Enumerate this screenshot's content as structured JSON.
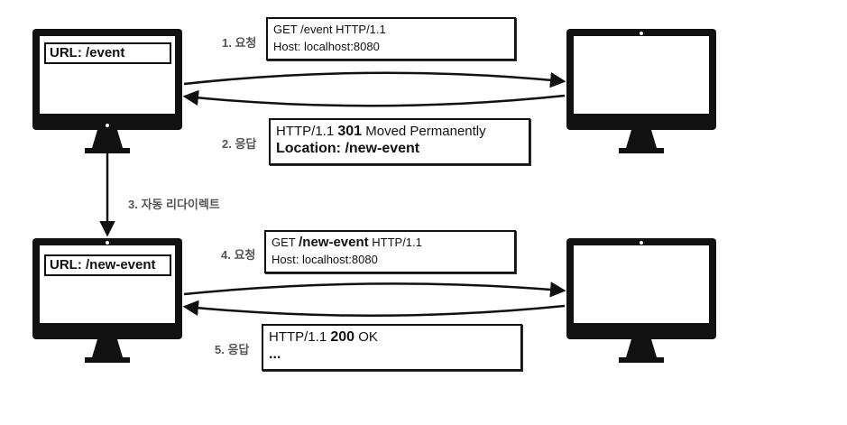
{
  "monitor_top": {
    "url_text": "URL: /event"
  },
  "monitor_bottom": {
    "url_text": "URL: /new-event"
  },
  "step1": {
    "label": "1. 요청",
    "request_line": "GET /event HTTP/1.1",
    "host": "Host: localhost:8080"
  },
  "step2": {
    "label": "2. 응답",
    "status_prefix": "HTTP/1.1 ",
    "status_code": "301",
    "status_text": " Moved Permanently",
    "location": "Location: /new-event"
  },
  "step3": {
    "label": "3. 자동 리다이렉트"
  },
  "step4": {
    "label": "4. 요청",
    "method": "GET ",
    "path": "/new-event",
    "protocol": " HTTP/1.1",
    "host": "Host: localhost:8080"
  },
  "step5": {
    "label": "5. 응답",
    "status_prefix": "HTTP/1.1 ",
    "status_code": "200",
    "status_text": " OK",
    "body": "..."
  }
}
